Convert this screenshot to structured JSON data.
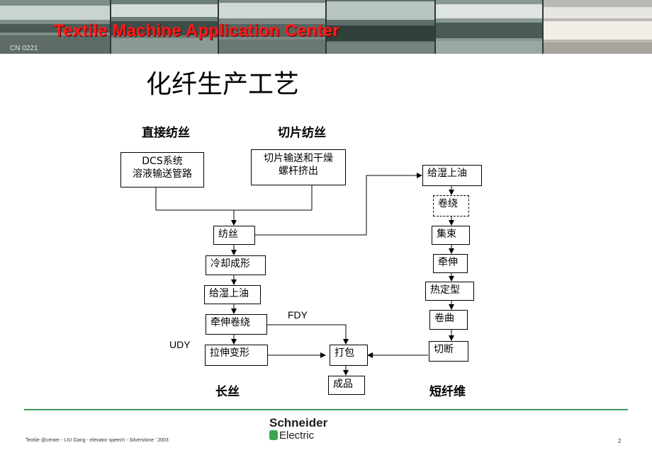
{
  "banner": {
    "title": "Textile Machine Application Center",
    "code": "CN 0221",
    "title_color": "#ff1a1a"
  },
  "slide_title": "化纤生产工艺",
  "headings": {
    "direct_spinning": "直接纺丝",
    "chip_spinning": "切片纺丝",
    "filament": "长丝",
    "staple": "短纤维"
  },
  "boxes": {
    "dcs_line1": "DCS系统",
    "dcs_line2": "溶液输送管路",
    "chip_line1": "切片输送和干燥",
    "chip_line2": "螺杆挤出",
    "spinning": "纺丝",
    "cooling": "冷却成形",
    "oiling_left": "给湿上油",
    "draw_winding": "牵伸卷绕",
    "draw_texturing": "拉伸变形",
    "packing": "打包",
    "product": "成品",
    "oiling_right": "给湿上油",
    "winding": "卷绕",
    "bundling": "集束",
    "drawing": "牵伸",
    "heat_setting": "热定型",
    "crimping": "卷曲",
    "cutting": "切断"
  },
  "labels": {
    "fdy": "FDY",
    "udy": "UDY"
  },
  "logo": {
    "line1": "Schneider",
    "line2": "Electric",
    "color": "#3aa655"
  },
  "footer": {
    "text": "Textile @center - LIU Gang - elevator speech - Silverstone ' 2003",
    "page": "2"
  },
  "accent_rule_color": "#3a9a5b"
}
